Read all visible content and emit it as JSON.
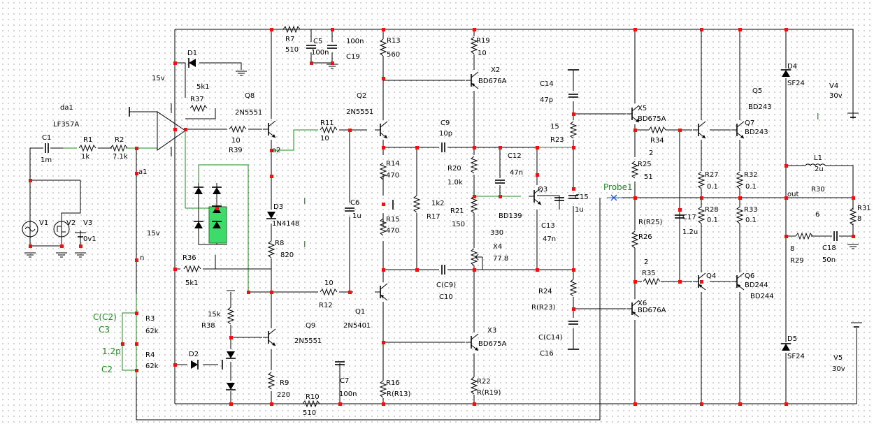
{
  "labels": {
    "da1": "da1",
    "lf357a": "LF357A",
    "c1": "C1",
    "c1v": "1m",
    "r1": "R1",
    "r1v": "1k",
    "r2": "R2",
    "r2v": "7.1k",
    "v1": "V1",
    "v2": "V2",
    "v3": "V3",
    "v3v": "0v1",
    "d1": "D1",
    "v15": "15v",
    "r37v": "5k1",
    "r37": "R37",
    "r7": "R7",
    "r7v": "510",
    "c5": "C5",
    "c5v": "100n",
    "c19v": "100n",
    "c19": "C19",
    "q8": "Q8",
    "q8t": "2N5551",
    "r39v": "10",
    "r39": "R39",
    "a2": "a2",
    "r11": "R11",
    "r11v": "10",
    "q2": "Q2",
    "q2t": "2N5551",
    "r13": "R13",
    "r13v": "560",
    "r19": "R19",
    "r19v": "10",
    "x2": "X2",
    "x2t": "BD676A",
    "c9": "C9",
    "c9v": "10p",
    "c14": "C14",
    "c14v": "47p",
    "r23v": "15",
    "r23": "R23",
    "x5": "X5",
    "x5t": "BD675A",
    "r34": "R34",
    "r34v": "2",
    "q5": "Q5",
    "q5t": "BD243",
    "q7": "Q7",
    "q7t": "BD243",
    "d4": "D4",
    "d4t": "SF24",
    "v4": "V4",
    "v4v": "30v",
    "a1": "a1",
    "v15b": "15v",
    "r14": "R14",
    "r14v": "470",
    "r20": "R20",
    "r20v": "1.0k",
    "c12": "C12",
    "c12v": "47n",
    "q3": "Q3",
    "q3t": "BD139",
    "c15": "C15",
    "c15v": "1u",
    "r25": "R25",
    "r25v": "51",
    "probe": "Probe1",
    "r27": "R27",
    "r27v": "0.1",
    "r32": "R32",
    "r32v": "0.1",
    "l1": "L1",
    "l1v": "2u",
    "out": "out",
    "r30": "R30",
    "r30v": "6",
    "r31": "R31",
    "r31v": "8",
    "d3": "D3",
    "d3t": "1N4148",
    "c6": "C6",
    "c6v": "1u",
    "r15": "R15",
    "r15v": "470",
    "r17v": "1k2",
    "r17": "R17",
    "r21": "R21",
    "r21v": "150",
    "x4v": "330",
    "x4": "X4",
    "x4v2": "77.8",
    "c13": "C13",
    "c13v": "47n",
    "rr25": "R(R25)",
    "c17": "C17",
    "c17v": "1.2u",
    "r28": "R28",
    "r28v": "0.1",
    "r33": "R33",
    "r33v": "0.1",
    "r29v": "8",
    "r29": "R29",
    "c18": "C18",
    "c18v": "50n",
    "r8": "R8",
    "r8v": "820",
    "r26": "R26",
    "r26v": "2",
    "r36": "R36",
    "r36v": "5k1",
    "r12v": "10",
    "r12": "R12",
    "cc9": "C(C9)",
    "c10": "C10",
    "r24": "R24",
    "rr23": "R(R23)",
    "r35": "R35",
    "q4": "Q4",
    "q6": "Q6",
    "q6t": "BD244",
    "q6t2": "BD244",
    "x6": "X6",
    "x6t": "BD676A",
    "q1": "Q1",
    "q1t": "2N5401",
    "r38v": "15k",
    "r38": "R38",
    "q9": "Q9",
    "q9t": "2N5551",
    "x3": "X3",
    "x3t": "BD675A",
    "cc14": "C(C14)",
    "c16": "C16",
    "d5": "D5",
    "d5t": "SF24",
    "v5": "V5",
    "v5v": "30v",
    "n": "n",
    "cc2": "C(C2)",
    "c3": "C3",
    "c3v": "1.2p",
    "c2": "C2",
    "r3": "R3",
    "r3v": "62k",
    "r4": "R4",
    "r4v": "62k",
    "d2": "D2",
    "r9": "R9",
    "r9v": "220",
    "r10": "R10",
    "r10v": "510",
    "c7": "C7",
    "c7v": "100n",
    "r16": "R16",
    "rr13": "R(R13)",
    "r22": "R22",
    "rr19": "R(R19)",
    "i1": "I",
    "i2": "I",
    "i3": "I"
  }
}
